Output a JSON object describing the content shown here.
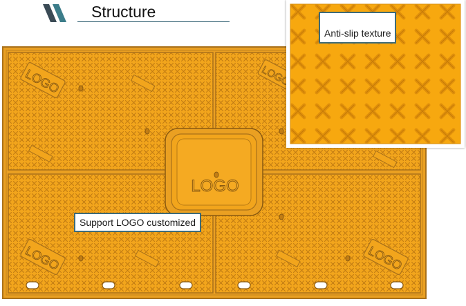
{
  "header": {
    "title": "Structure"
  },
  "mat": {
    "center_logo": "LOGO",
    "corner_logos": [
      "LOGO",
      "LOGO",
      "LOGO",
      "LOGO"
    ]
  },
  "callouts": {
    "anti_slip": "Anti-slip texture",
    "logo_support": "Support LOGO customized"
  },
  "colors": {
    "mat_fill": "#f2a51c",
    "mat_edge": "#a9711a",
    "inset_fill": "#f7a80f",
    "callout_border": "#3d6b78",
    "slash_dark": "#3a4a55",
    "slash_teal": "#3c7d8a"
  }
}
